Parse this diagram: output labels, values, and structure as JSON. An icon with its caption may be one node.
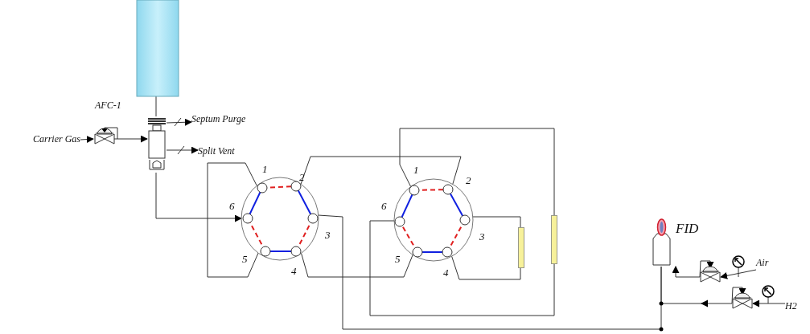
{
  "diagram": {
    "nodes": [
      {
        "text": [],
        "shape": "box"
      },
      {
        "text": [
          "AFC-1"
        ]
      },
      {
        "text": [],
        "shape": "box"
      },
      {
        "text": [
          "Carrier Gas"
        ]
      },
      {
        "text": [
          "Septum Purge"
        ]
      },
      {
        "text": [
          "Split Vent"
        ]
      },
      {
        "text": [],
        "shape": "circle",
        "beside": [
          "1",
          "2",
          "3",
          "4",
          "5",
          "6"
        ]
      },
      {
        "text": [],
        "shape": "circle",
        "beside": [
          "1",
          "2",
          "3",
          "4",
          "5",
          "6"
        ]
      },
      {
        "text": [],
        "shape": "bar"
      },
      {
        "text": [],
        "shape": "bar"
      },
      {
        "text": [
          "FID"
        ]
      },
      {
        "text": [
          "Air"
        ]
      },
      {
        "text": [],
        "shape": "valve"
      },
      {
        "text": [
          "H2"
        ]
      },
      {
        "text": [],
        "shape": "valve"
      }
    ],
    "edges": [
      {
        "from": 3,
        "to": 1,
        "arrow": "to"
      },
      {
        "from": 1,
        "to": 2,
        "arrow": "to"
      },
      {
        "from": 0,
        "to": 2,
        "arrow": "none"
      },
      {
        "from": 2,
        "to": 4,
        "arrow": "to"
      },
      {
        "from": 2,
        "to": 5,
        "arrow": "to"
      },
      {
        "from": 2,
        "to": 6,
        "arrow": "to"
      },
      {
        "from": 6,
        "to": 6,
        "arrow": "none"
      },
      {
        "from": 6,
        "to": 7,
        "arrow": "none"
      },
      {
        "from": 6,
        "to": 10,
        "arrow": "none"
      },
      {
        "from": 6,
        "to": 7,
        "arrow": "none"
      },
      {
        "from": 7,
        "to": 9,
        "arrow": "none"
      },
      {
        "from": 9,
        "to": 7,
        "arrow": "none"
      },
      {
        "from": 7,
        "to": 8,
        "arrow": "none"
      },
      {
        "from": 8,
        "to": 7,
        "arrow": "none"
      },
      {
        "from": 11,
        "to": 12,
        "arrow": "to"
      },
      {
        "from": 12,
        "to": 10,
        "arrow": "to"
      },
      {
        "from": 13,
        "to": 14,
        "arrow": "to"
      },
      {
        "from": 14,
        "to": 10,
        "arrow": "to"
      },
      {
        "from": 12,
        "to": 12,
        "arrow": "to"
      },
      {
        "from": 14,
        "to": 14,
        "arrow": "to"
      }
    ]
  }
}
